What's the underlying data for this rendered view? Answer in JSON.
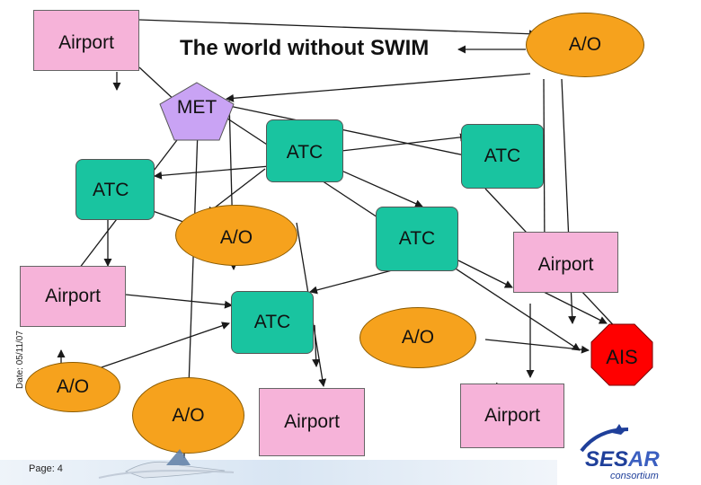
{
  "title": "The world without SWIM",
  "date_stamp": "Date: 05/11/07",
  "page_label": "Page: 4",
  "colors": {
    "airport": "#f6b3d9",
    "atc": "#19c4a0",
    "ao": "#f6a21d",
    "met": "#c9a3f4",
    "ais": "#ff0000",
    "arrow": "#1a1a1a",
    "logo_blue": "#1f3f9a"
  },
  "nodes": {
    "airport_top": "Airport",
    "ao_top": "A/O",
    "met": "MET",
    "atc_center": "ATC",
    "atc_right": "ATC",
    "atc_left": "ATC",
    "ao_mid": "A/O",
    "atc_mid": "ATC",
    "airport_right": "Airport",
    "airport_left": "Airport",
    "atc_lower": "ATC",
    "ao_lower_right": "A/O",
    "ais": "AIS",
    "ao_bottom_left": "A/O",
    "ao_bottom": "A/O",
    "airport_bottom_mid": "Airport",
    "airport_bottom_right": "Airport"
  },
  "logo": {
    "name_part1": "SES",
    "name_part2": "AR",
    "subtitle": "consortium",
    "icon": "airplane-icon"
  },
  "footer_decoration": "airliner-photo"
}
